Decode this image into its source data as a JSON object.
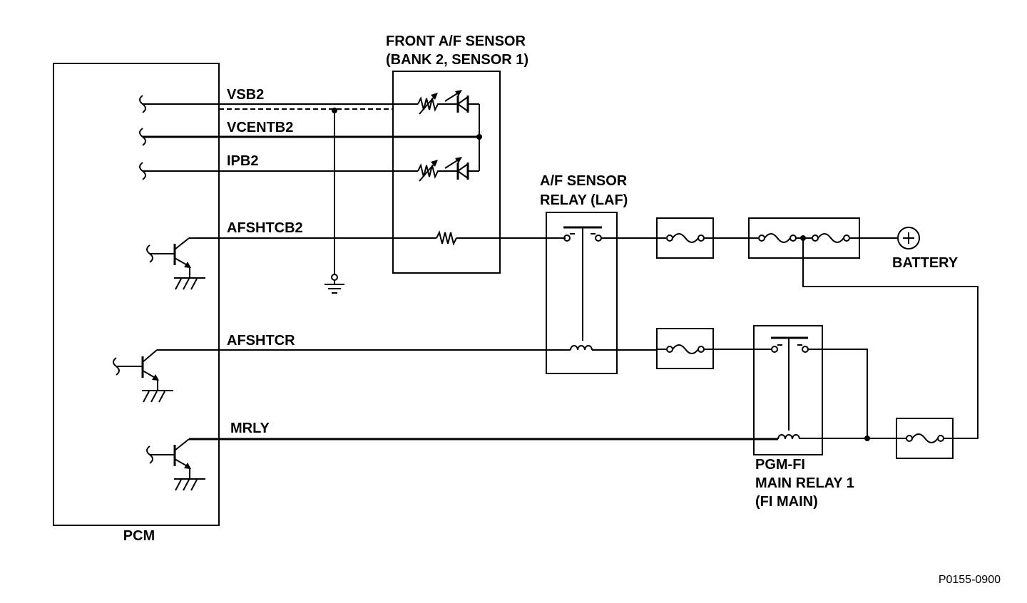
{
  "labels": {
    "sensor_title_1": "FRONT A/F SENSOR",
    "sensor_title_2": "(BANK 2, SENSOR 1)",
    "vsb2": "VSB2",
    "vcentb2": "VCENTB2",
    "ipb2": "IPB2",
    "afshtcb2": "AFSHTCB2",
    "afshtcr": "AFSHTCR",
    "mrly": "MRLY",
    "laf_1": "A/F SENSOR",
    "laf_2": "RELAY (LAF)",
    "battery": "BATTERY",
    "pcm": "PCM",
    "fi_1": "PGM-FI",
    "fi_2": "MAIN RELAY 1",
    "fi_3": "(FI MAIN)",
    "code": "P0155-0900"
  }
}
